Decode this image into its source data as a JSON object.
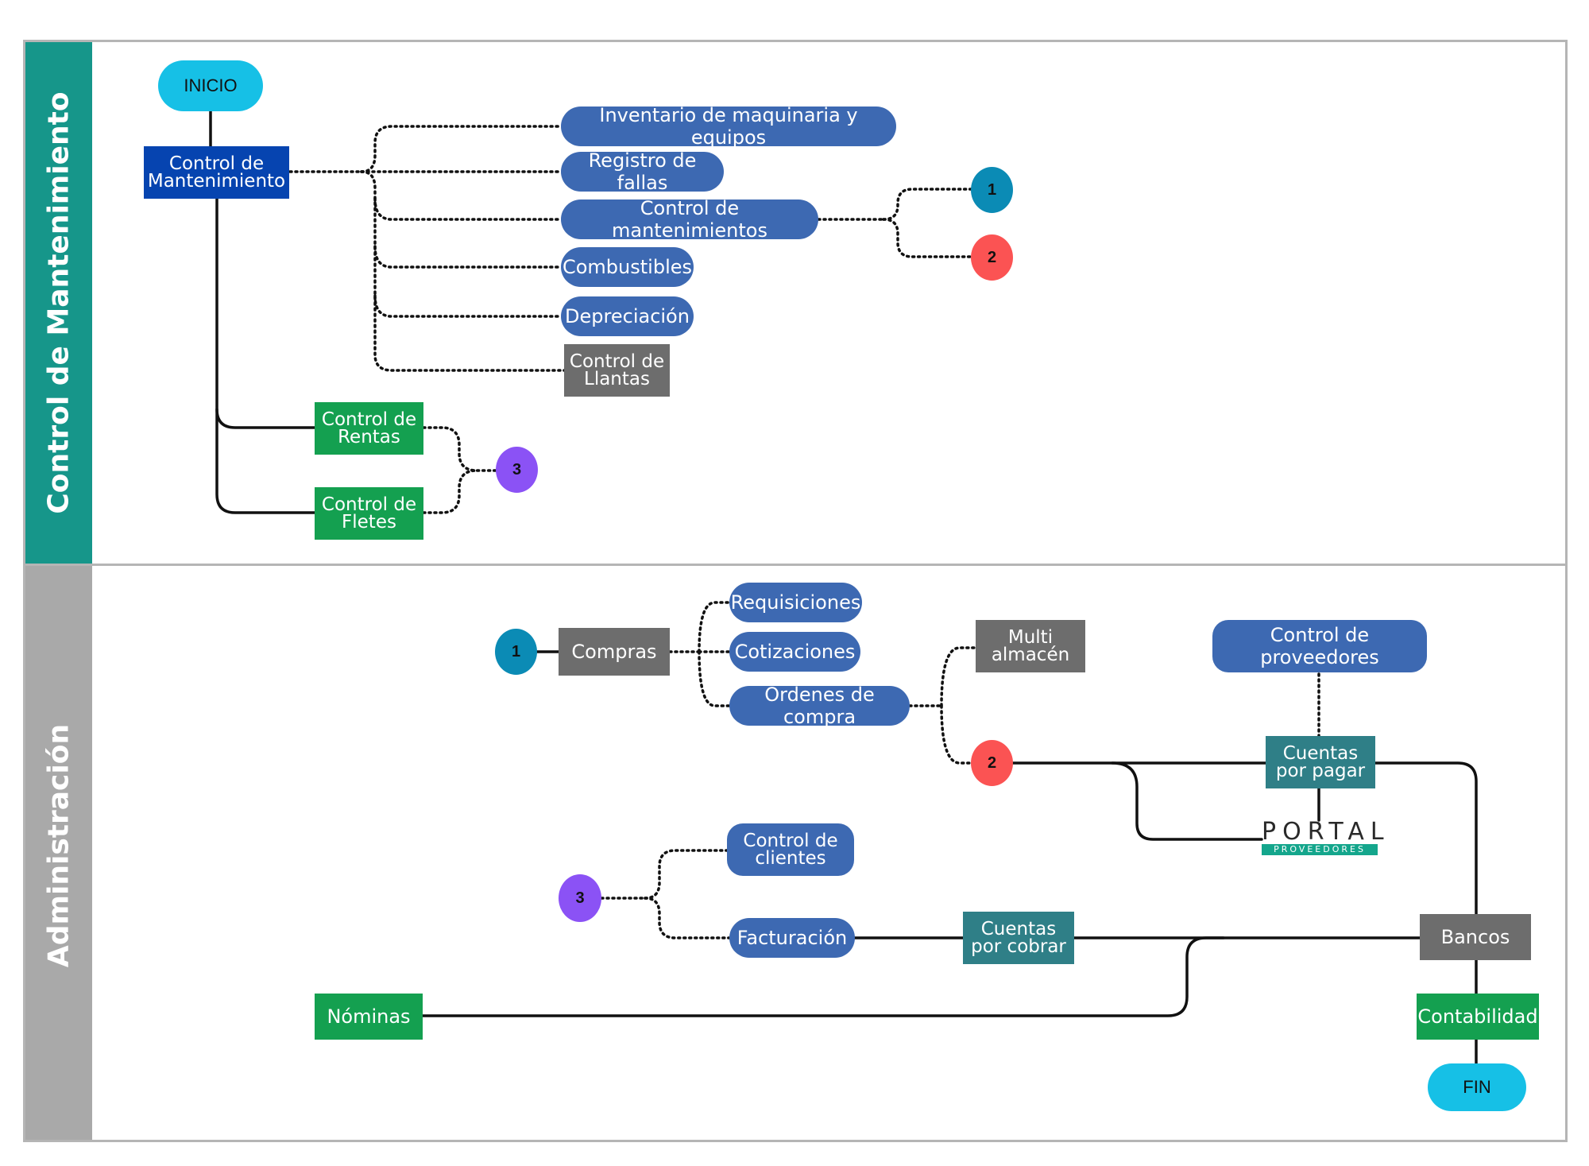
{
  "lanes": {
    "mantenimiento": {
      "title": "Control de Mantenimiento",
      "color": "#16968a"
    },
    "administracion": {
      "title": "Administración",
      "color": "#a9a9a9"
    }
  },
  "start": "INICIO",
  "end": "FIN",
  "mantenimiento": {
    "root": "Control de\nMantenimiento",
    "inventario": "Inventario de maquinaria y equipos",
    "registro_fallas": "Registro de fallas",
    "control_mantenimientos": "Control de mantenimientos",
    "combustibles": "Combustibles",
    "depreciacion": "Depreciación",
    "control_llantas": "Control de\nLlantas",
    "control_rentas": "Control de\nRentas",
    "control_fletes": "Control de\nFletes"
  },
  "connectors": {
    "c1": "1",
    "c2": "2",
    "c3": "3"
  },
  "administracion": {
    "compras": "Compras",
    "requisiciones": "Requisiciones",
    "cotizaciones": "Cotizaciones",
    "ordenes_compra": "Órdenes de compra",
    "multi_almacen": "Multi\nalmacén",
    "control_proveedores": "Control de proveedores",
    "cuentas_pagar": "Cuentas\npor pagar",
    "portal_word": "PORTAL",
    "portal_sub": "PROVEEDORES",
    "control_clientes": "Control de\nclientes",
    "facturacion": "Facturación",
    "cuentas_cobrar": "Cuentas\npor cobrar",
    "bancos": "Bancos",
    "nominas": "Nóminas",
    "contabilidad": "Contabilidad"
  }
}
